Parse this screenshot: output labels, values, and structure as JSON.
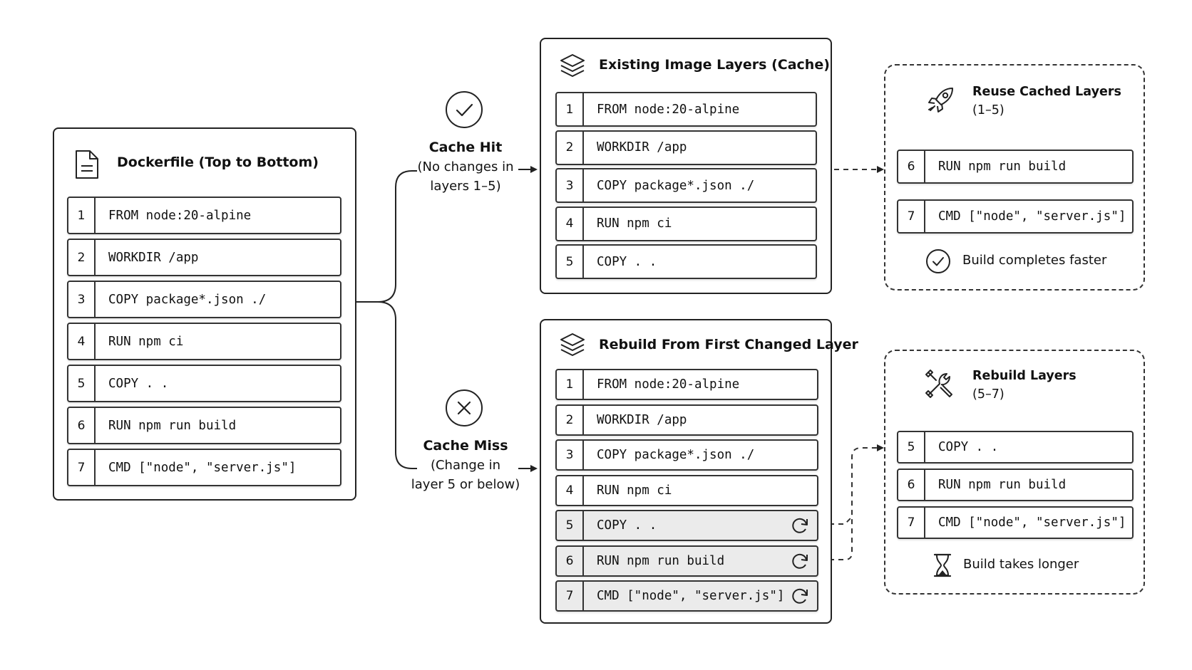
{
  "dockerfile": {
    "title": "Dockerfile (Top to Bottom)",
    "icon": "document-icon",
    "layers": [
      {
        "n": "1",
        "cmd": "FROM node:20-alpine"
      },
      {
        "n": "2",
        "cmd": "WORKDIR /app"
      },
      {
        "n": "3",
        "cmd": "COPY package*.json ./"
      },
      {
        "n": "4",
        "cmd": "RUN npm ci"
      },
      {
        "n": "5",
        "cmd": "COPY . ."
      },
      {
        "n": "6",
        "cmd": "RUN npm run build"
      },
      {
        "n": "7",
        "cmd": "CMD [\"node\", \"server.js\"]"
      }
    ]
  },
  "cache_hit": {
    "icon": "check-circle-icon",
    "label": "Cache Hit",
    "line1": "(No changes in",
    "line2": "layers 1–5)"
  },
  "cache_miss": {
    "icon": "x-circle-icon",
    "label": "Cache Miss",
    "line1": "(Change in",
    "line2": "layer 5 or below)"
  },
  "existing": {
    "title": "Existing Image Layers (Cache)",
    "icon": "layers-icon",
    "layers": [
      {
        "n": "1",
        "cmd": "FROM node:20-alpine"
      },
      {
        "n": "2",
        "cmd": "WORKDIR /app"
      },
      {
        "n": "3",
        "cmd": "COPY package*.json ./"
      },
      {
        "n": "4",
        "cmd": "RUN npm ci"
      },
      {
        "n": "5",
        "cmd": "COPY . ."
      }
    ]
  },
  "rebuild_from": {
    "title": "Rebuild From First Changed Layer",
    "icon": "layers-icon",
    "layers": [
      {
        "n": "1",
        "cmd": "FROM node:20-alpine",
        "rebuilt": false
      },
      {
        "n": "2",
        "cmd": "WORKDIR /app",
        "rebuilt": false
      },
      {
        "n": "3",
        "cmd": "COPY package*.json ./",
        "rebuilt": false
      },
      {
        "n": "4",
        "cmd": "RUN npm ci",
        "rebuilt": false
      },
      {
        "n": "5",
        "cmd": "COPY . .",
        "rebuilt": true
      },
      {
        "n": "6",
        "cmd": "RUN npm run build",
        "rebuilt": true
      },
      {
        "n": "7",
        "cmd": "CMD [\"node\", \"server.js\"]",
        "rebuilt": true
      }
    ]
  },
  "reuse": {
    "title": "Reuse Cached Layers",
    "range": "(1–5)",
    "icon": "rocket-icon",
    "layers": [
      {
        "n": "6",
        "cmd": "RUN npm run build"
      },
      {
        "n": "7",
        "cmd": "CMD [\"node\", \"server.js\"]"
      }
    ],
    "status_icon": "check-circle-icon",
    "status": "Build completes faster"
  },
  "rebuild_layers": {
    "title": "Rebuild Layers",
    "range": "(5–7)",
    "icon": "tools-icon",
    "layers": [
      {
        "n": "5",
        "cmd": "COPY . ."
      },
      {
        "n": "6",
        "cmd": "RUN npm run build"
      },
      {
        "n": "7",
        "cmd": "CMD [\"node\", \"server.js\"]"
      }
    ],
    "status_icon": "hourglass-icon",
    "status": "Build takes longer"
  },
  "colors": {
    "stroke": "#222222",
    "text": "#111111",
    "rebuilt_fill": "#ebebeb",
    "background": "#ffffff"
  }
}
